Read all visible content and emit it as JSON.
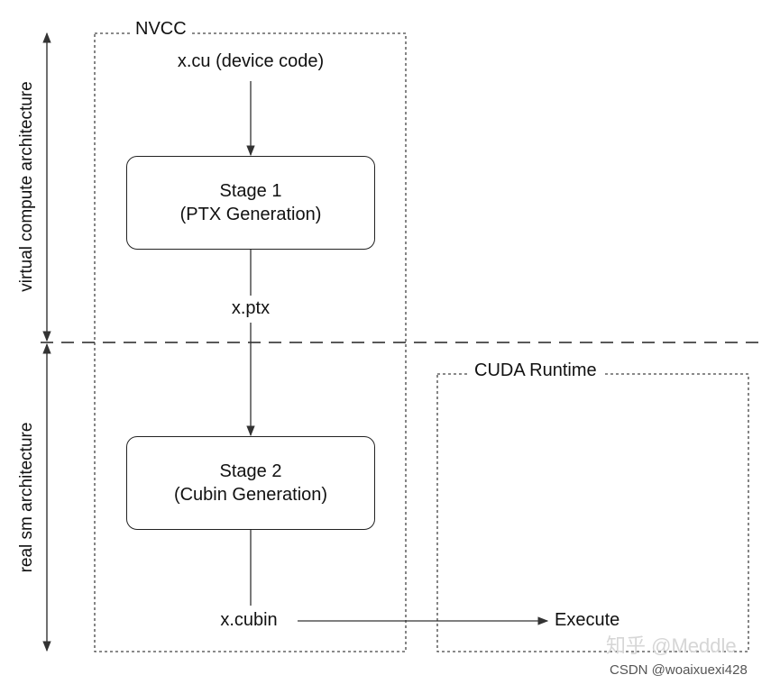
{
  "diagram": {
    "nvcc_label": "NVCC",
    "cuda_runtime_label": "CUDA Runtime",
    "input_file": "x.cu (device code)",
    "stage1": {
      "title": "Stage 1",
      "subtitle": "(PTX Generation)"
    },
    "ptx_file": "x.ptx",
    "stage2": {
      "title": "Stage 2",
      "subtitle": "(Cubin Generation)"
    },
    "cubin_file": "x.cubin",
    "execute_label": "Execute",
    "axis": {
      "virtual_label": "virtual compute architecture",
      "real_label": "real sm architecture"
    }
  },
  "watermark": {
    "zhihu": "知乎 @Meddle",
    "csdn": "CSDN @woaixuexi428"
  }
}
